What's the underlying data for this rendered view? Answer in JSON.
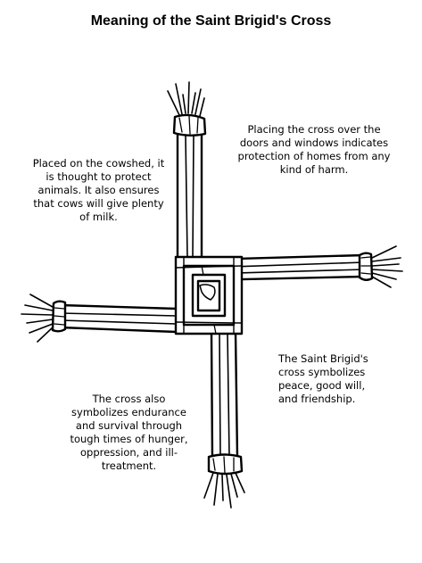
{
  "title": "Meaning of the Saint Brigid's Cross",
  "notes": {
    "cowshed": [
      "Placed on the cowshed, it",
      "is thought to protect",
      "animals. It also ensures",
      "that cows will give plenty",
      "of milk."
    ],
    "doors": [
      "Placing the cross over the",
      "doors and windows indicates",
      "protection of homes from any",
      "kind of harm."
    ],
    "peace": [
      "The Saint Brigid's",
      "cross symbolizes",
      "peace, good will,",
      "and friendship."
    ],
    "endurance": [
      "The cross also",
      "symbolizes endurance",
      "and survival through",
      "tough times of hunger,",
      "oppression, and ill-",
      "treatment."
    ]
  }
}
